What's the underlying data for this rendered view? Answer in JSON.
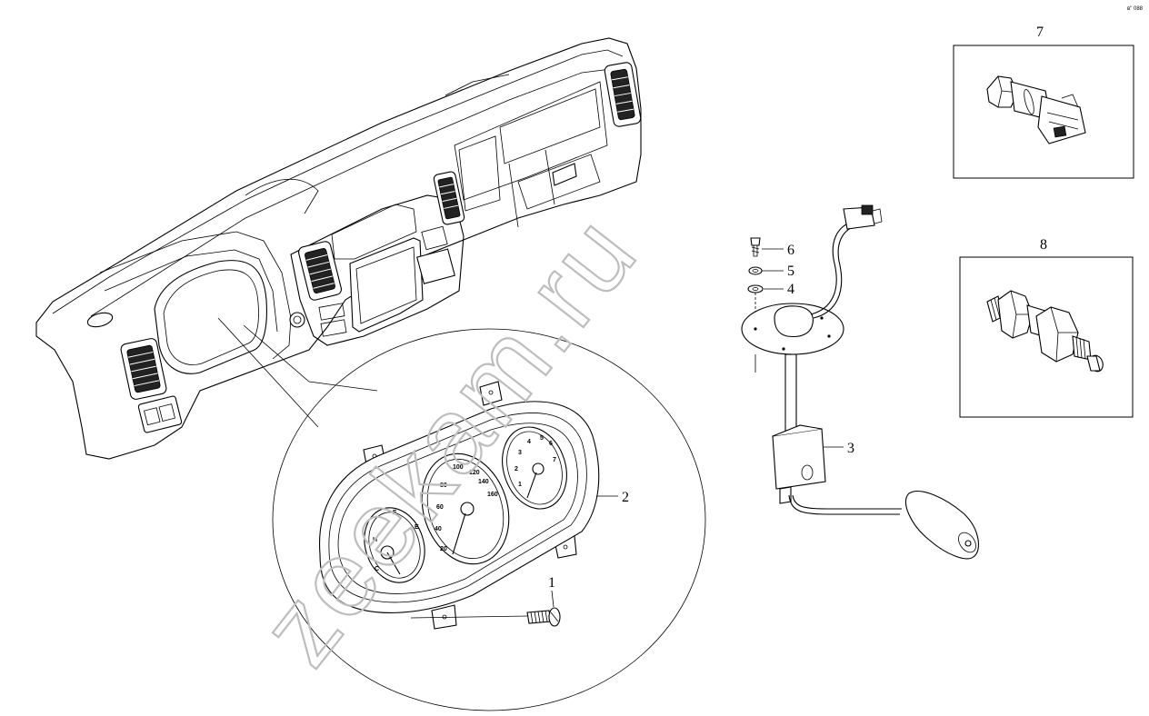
{
  "corner_mark": "в\" 088",
  "watermark": "zeekam.ru",
  "callouts": {
    "c1": "1",
    "c2": "2",
    "c3": "3",
    "c4": "4",
    "c5": "5",
    "c6": "6",
    "c7": "7",
    "c8": "8"
  },
  "gauges": {
    "speedo_ticks": [
      "20",
      "40",
      "60",
      "80",
      "100",
      "120",
      "140",
      "160"
    ],
    "tacho_ticks": [
      "1",
      "2",
      "3",
      "4",
      "5",
      "6",
      "7"
    ],
    "fuel_ticks": [
      "F",
      "E"
    ],
    "temp_ticks": [
      "H",
      "C"
    ]
  }
}
